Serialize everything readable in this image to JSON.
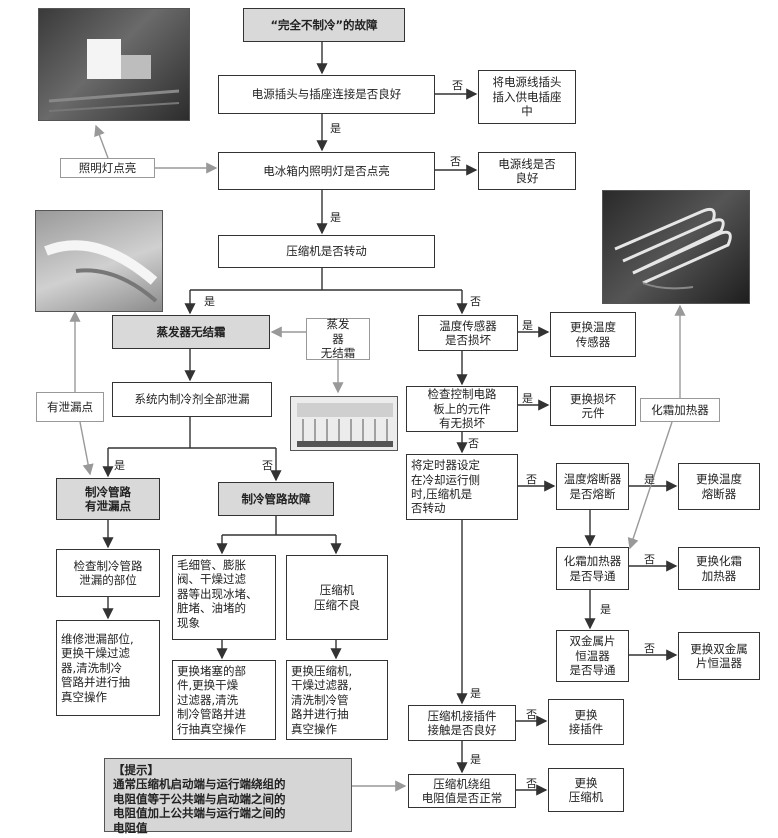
{
  "nodes": {
    "title": "“完全不制冷”的故障",
    "plug_check": "电源插头与插座连接是否良好",
    "plug_fix": "将电源线插头\n插入供电插座\n中",
    "light_check": "电冰箱内照明灯是否点亮",
    "cord_check": "电源线是否\n良好",
    "compressor_run": "压缩机是否转动",
    "evap_frost": "蒸发器无结霜",
    "all_leak": "系统内制冷剂全部泄漏",
    "pipe_leak": "制冷管路\n有泄漏点",
    "pipe_fault": "制冷管路故障",
    "check_leak": "检查制冷管路\n泄漏的部位",
    "repair_leak": "维修泄漏部位,\n更换干燥过滤\n器,清洗制冷\n管路并进行抽\n真空操作",
    "clog": "毛细管、膨胀\n阀、干燥过滤\n器等出现冰堵、\n脏堵、油堵的\n现象",
    "clog_fix": "更换堵塞的部\n件,更换干燥\n过滤器,清洗\n制冷管路并进\n行抽真空操作",
    "comp_bad": "压缩机\n压缩不良",
    "comp_bad_fix": "更换压缩机,\n干燥过滤器,\n清洗制冷管\n路并进行抽\n真空操作",
    "temp_sensor": "温度传感器\n是否损坏",
    "temp_sensor_fix": "更换温度\n传感器",
    "board_check": "检查控制电路\n板上的元件\n有无损坏",
    "board_fix": "更换损坏\n元件",
    "timer": "将定时器设定\n在冷却运行侧\n时,压缩机是\n否转动",
    "fuse": "温度熔断器\n是否熔断",
    "fuse_fix": "更换温度\n熔断器",
    "heater": "化霜加热器\n是否导通",
    "heater_fix": "更换化霜\n加热器",
    "bimetal": "双金属片\n恒温器\n是否导通",
    "bimetal_fix": "更换双金属\n片恒温器",
    "connector": "压缩机接插件\n接触是否良好",
    "connector_fix": "更换\n接插件",
    "winding": "压缩机绕组\n电阻值是否正常",
    "winding_fix": "更换\n压缩机"
  },
  "notes": {
    "light_on": "照明灯点亮",
    "no_frost": "蒸发\n器\n无结霜",
    "leak_point": "有泄漏点",
    "defrost_heater": "化霜加热器"
  },
  "tip": "【提示】\n通常压缩机启动端与运行端绕组的\n电阻值等于公共端与启动端之间的\n电阻值加上公共端与运行端之间的\n电阻值",
  "labels": {
    "yes": "是",
    "no": "否"
  }
}
